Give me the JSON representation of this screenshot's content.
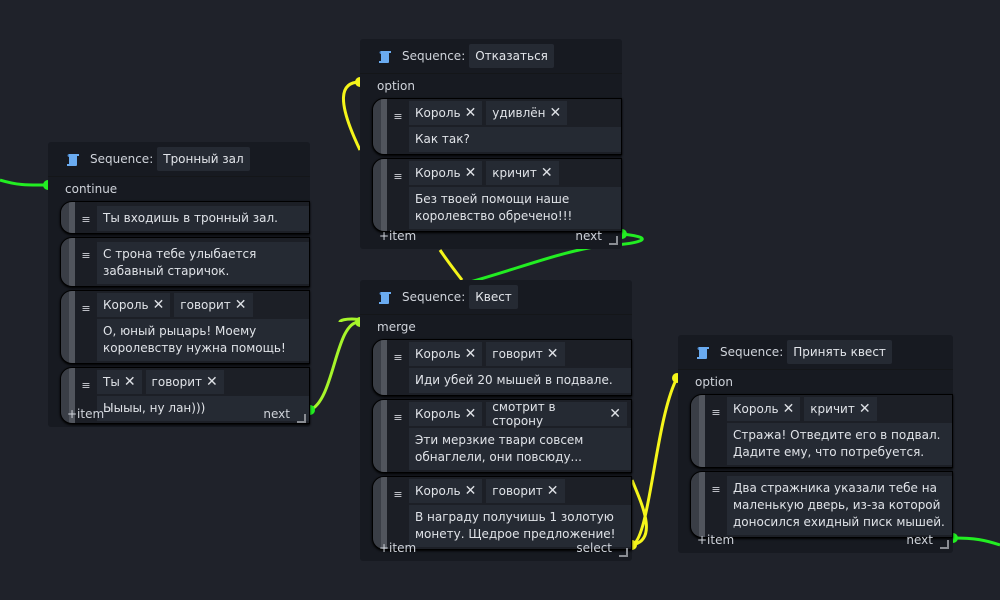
{
  "colors": {
    "background": "#1f222a",
    "node": "#171a21",
    "wire_next": "#22ee22",
    "wire_merge": "#a6f52a",
    "wire_option": "#f5f51a",
    "icon": "#6aabf0"
  },
  "nodes": [
    {
      "id": "tronny-zal",
      "label": "Sequence:",
      "name": "Тронный зал",
      "input_port": "continue",
      "output_port": "next",
      "add_item": "+item",
      "items": [
        {
          "tags": [],
          "text": "Ты входишь в тронный зал."
        },
        {
          "tags": [],
          "text": "С трона тебе улыбается\nзабавный старичок."
        },
        {
          "tags": [
            "Король",
            "говорит"
          ],
          "text": "О, юный рыцарь! Моему\nкоролевству нужна помощь!"
        },
        {
          "tags": [
            "Ты",
            "говорит"
          ],
          "text": "Ыыыы, ну лан)))"
        }
      ]
    },
    {
      "id": "otkazatsya",
      "label": "Sequence:",
      "name": "Отказаться",
      "input_port": "option",
      "output_port": "next",
      "add_item": "+item",
      "items": [
        {
          "tags": [
            "Король",
            "удивлён"
          ],
          "text": "Как так?"
        },
        {
          "tags": [
            "Король",
            "кричит"
          ],
          "text": "Без твоей помощи наше\nкоролевство обречено!!!"
        }
      ]
    },
    {
      "id": "kvest",
      "label": "Sequence:",
      "name": "Квест",
      "input_port": "merge",
      "output_port": "select",
      "add_item": "+item",
      "items": [
        {
          "tags": [
            "Король",
            "говорит"
          ],
          "text": "Иди убей 20 мышей в подвале."
        },
        {
          "tags": [
            "Король",
            "смотрит в сторону"
          ],
          "text": "Эти мерзкие твари совсем\nобнаглели, они повсюду..."
        },
        {
          "tags": [
            "Король",
            "говорит"
          ],
          "text": "В награду получишь 1 золотую\nмонету. Щедрое предложение!"
        }
      ]
    },
    {
      "id": "prinyat-kvest",
      "label": "Sequence:",
      "name": "Принять квест",
      "input_port": "option",
      "output_port": "next",
      "add_item": "+item",
      "items": [
        {
          "tags": [
            "Король",
            "кричит"
          ],
          "text": "Стража! Отведите его в подвал.\nДадите ему, что потребуется."
        },
        {
          "tags": [],
          "text": "Два стражника указали тебе на\nмаленькую дверь, из-за которой\nдоносился ехидный писк мышей."
        }
      ]
    }
  ],
  "icons": {
    "node_icon": "scroll-icon",
    "item_handle": "hamburger-icon",
    "tag_remove": "close-icon",
    "resize": "resize-handle-icon"
  }
}
